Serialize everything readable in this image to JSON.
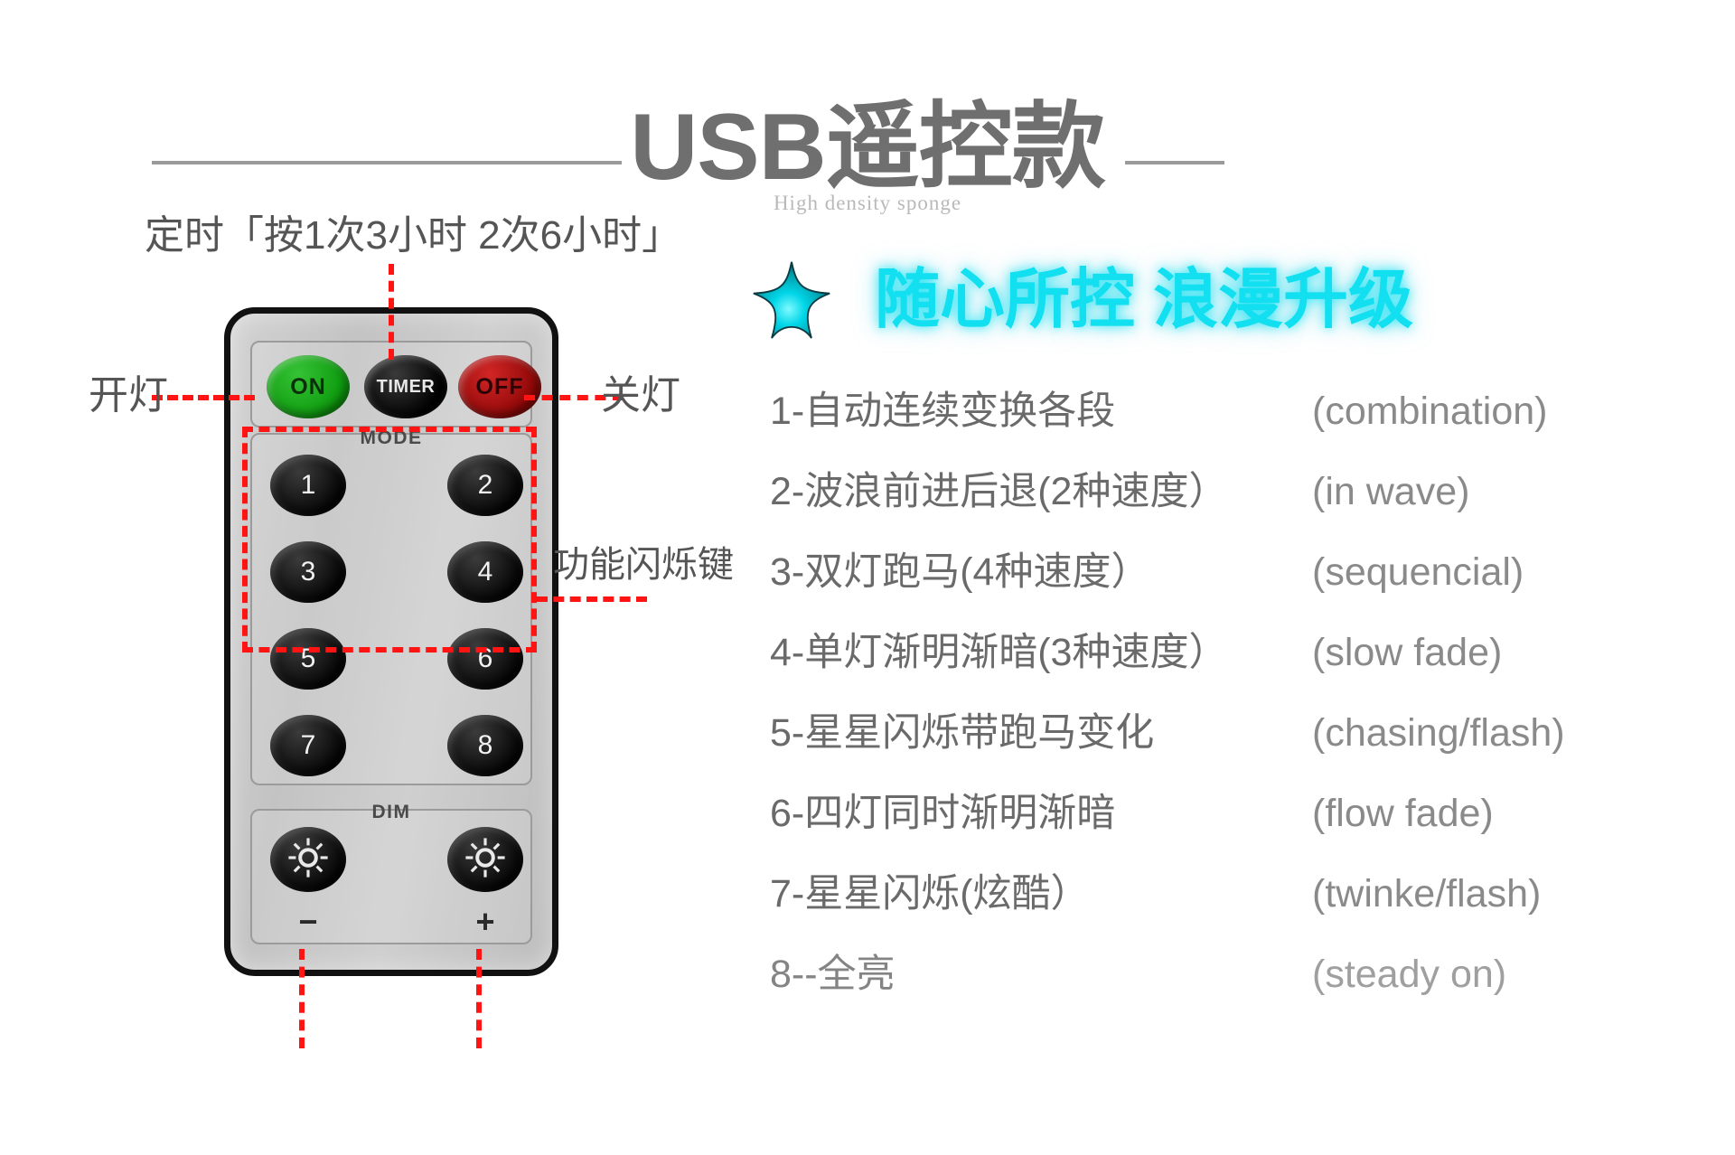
{
  "header": {
    "title": "USB遥控款",
    "subtitle": "High density sponge"
  },
  "headline": {
    "star_icon": "star-icon",
    "text": "随心所控 浪漫升级",
    "color": "#12dff0"
  },
  "remote": {
    "power_buttons": [
      {
        "label": "ON",
        "color": "#17a617",
        "name": "on-button"
      },
      {
        "label": "TIMER",
        "color": "#000000",
        "name": "timer-button"
      },
      {
        "label": "OFF",
        "color": "#b01010",
        "name": "off-button"
      }
    ],
    "mode_label": "MODE",
    "dim_label": "DIM",
    "number_buttons": [
      "1",
      "2",
      "3",
      "4",
      "5",
      "6",
      "7",
      "8"
    ],
    "dim_buttons": [
      {
        "icon": "sun-icon",
        "sign": "−"
      },
      {
        "icon": "sun-icon",
        "sign": "+"
      }
    ]
  },
  "annotations": {
    "timer": "定时「按1次3小时 2次6小时」",
    "light_on": "开灯",
    "light_off": "关灯",
    "function_keys": "功能闪烁键",
    "accent_color": "#ff1414"
  },
  "modes": [
    {
      "index": "1",
      "cn": "1-自动连续变换各段",
      "en": "(combination)"
    },
    {
      "index": "2",
      "cn": "2-波浪前进后退(2种速度）",
      "en": "(in wave)"
    },
    {
      "index": "3",
      "cn": "3-双灯跑马(4种速度）",
      "en": "(sequencial)"
    },
    {
      "index": "4",
      "cn": "4-单灯渐明渐暗(3种速度）",
      "en": "(slow fade)"
    },
    {
      "index": "5",
      "cn": "5-星星闪烁带跑马变化",
      "en": "(chasing/flash)"
    },
    {
      "index": "6",
      "cn": "6-四灯同时渐明渐暗",
      "en": "(flow fade)"
    },
    {
      "index": "7",
      "cn": "7-星星闪烁(炫酷）",
      "en": "(twinke/flash)"
    },
    {
      "index": "8",
      "cn": "8--全亮",
      "en": "(steady on)"
    }
  ]
}
